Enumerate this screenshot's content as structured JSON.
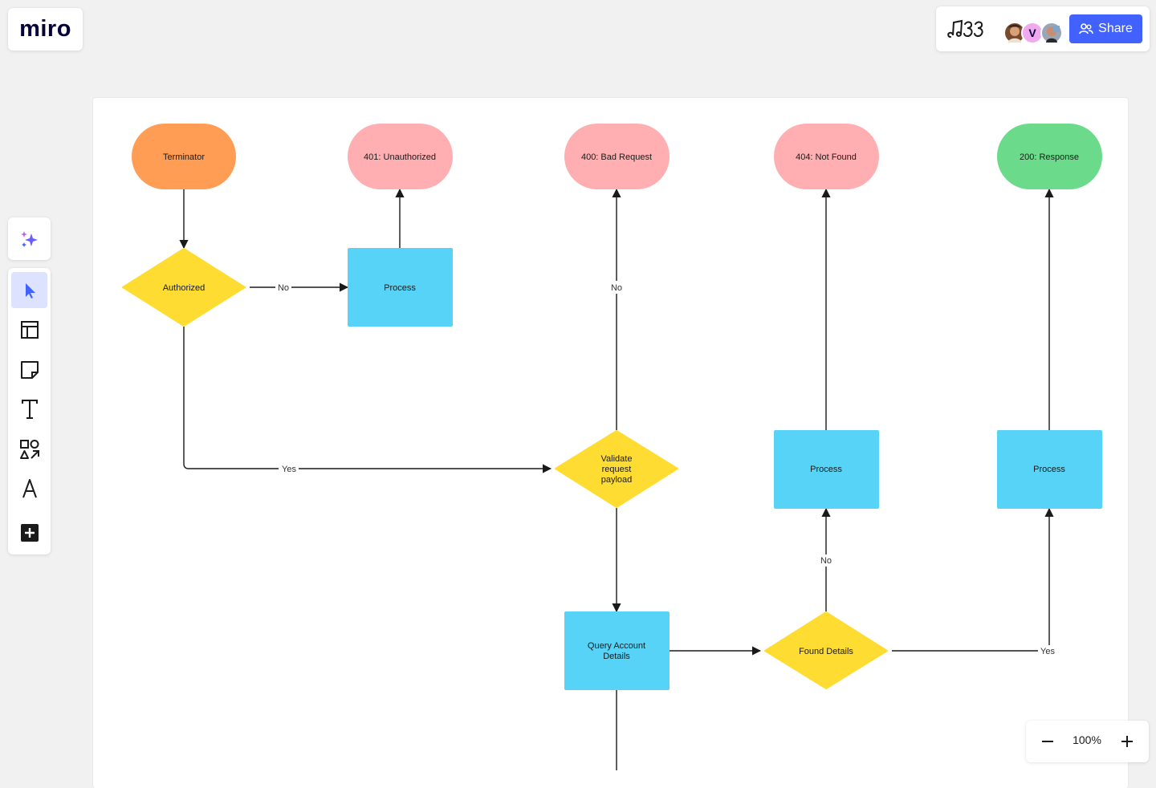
{
  "app": {
    "logo": "miro",
    "board_icon": "board-name-icon",
    "share_label": "Share",
    "collaborators": [
      {
        "name": "avatar-photo-1"
      },
      {
        "name": "avatar-initial",
        "initial": "V"
      },
      {
        "name": "avatar-photo-2"
      }
    ],
    "accent_color": "#4262ff",
    "zoom": "100%"
  },
  "toolbar": {
    "ai_tool": "sparkle-icon",
    "tools": [
      "select-cursor-icon",
      "templates-icon",
      "sticky-note-icon",
      "text-icon",
      "shapes-icon",
      "pen-icon",
      "add-more-icon"
    ]
  },
  "flowchart": {
    "nodes": {
      "terminator": "Terminator",
      "unauthorized": "401: Unauthorized",
      "bad_request": "400: Bad Request",
      "not_found": "404: Not Found",
      "response": "200: Response",
      "authorized": "Authorized",
      "process_1": "Process",
      "validate_l1": "Validate",
      "validate_l2": "request",
      "validate_l3": "payload",
      "process_2": "Process",
      "process_3": "Process",
      "query_l1": "Query Account",
      "query_l2": "Details",
      "found_details": "Found Details"
    },
    "edge_labels": {
      "authorized_no": "No",
      "authorized_yes": "Yes",
      "validate_no": "No",
      "found_no": "No",
      "found_yes": "Yes"
    },
    "colors": {
      "terminator": "#ff9d54",
      "error": "#ffafb1",
      "success": "#6bdb8b",
      "decision": "#fedc32",
      "process": "#56d3f6"
    }
  }
}
